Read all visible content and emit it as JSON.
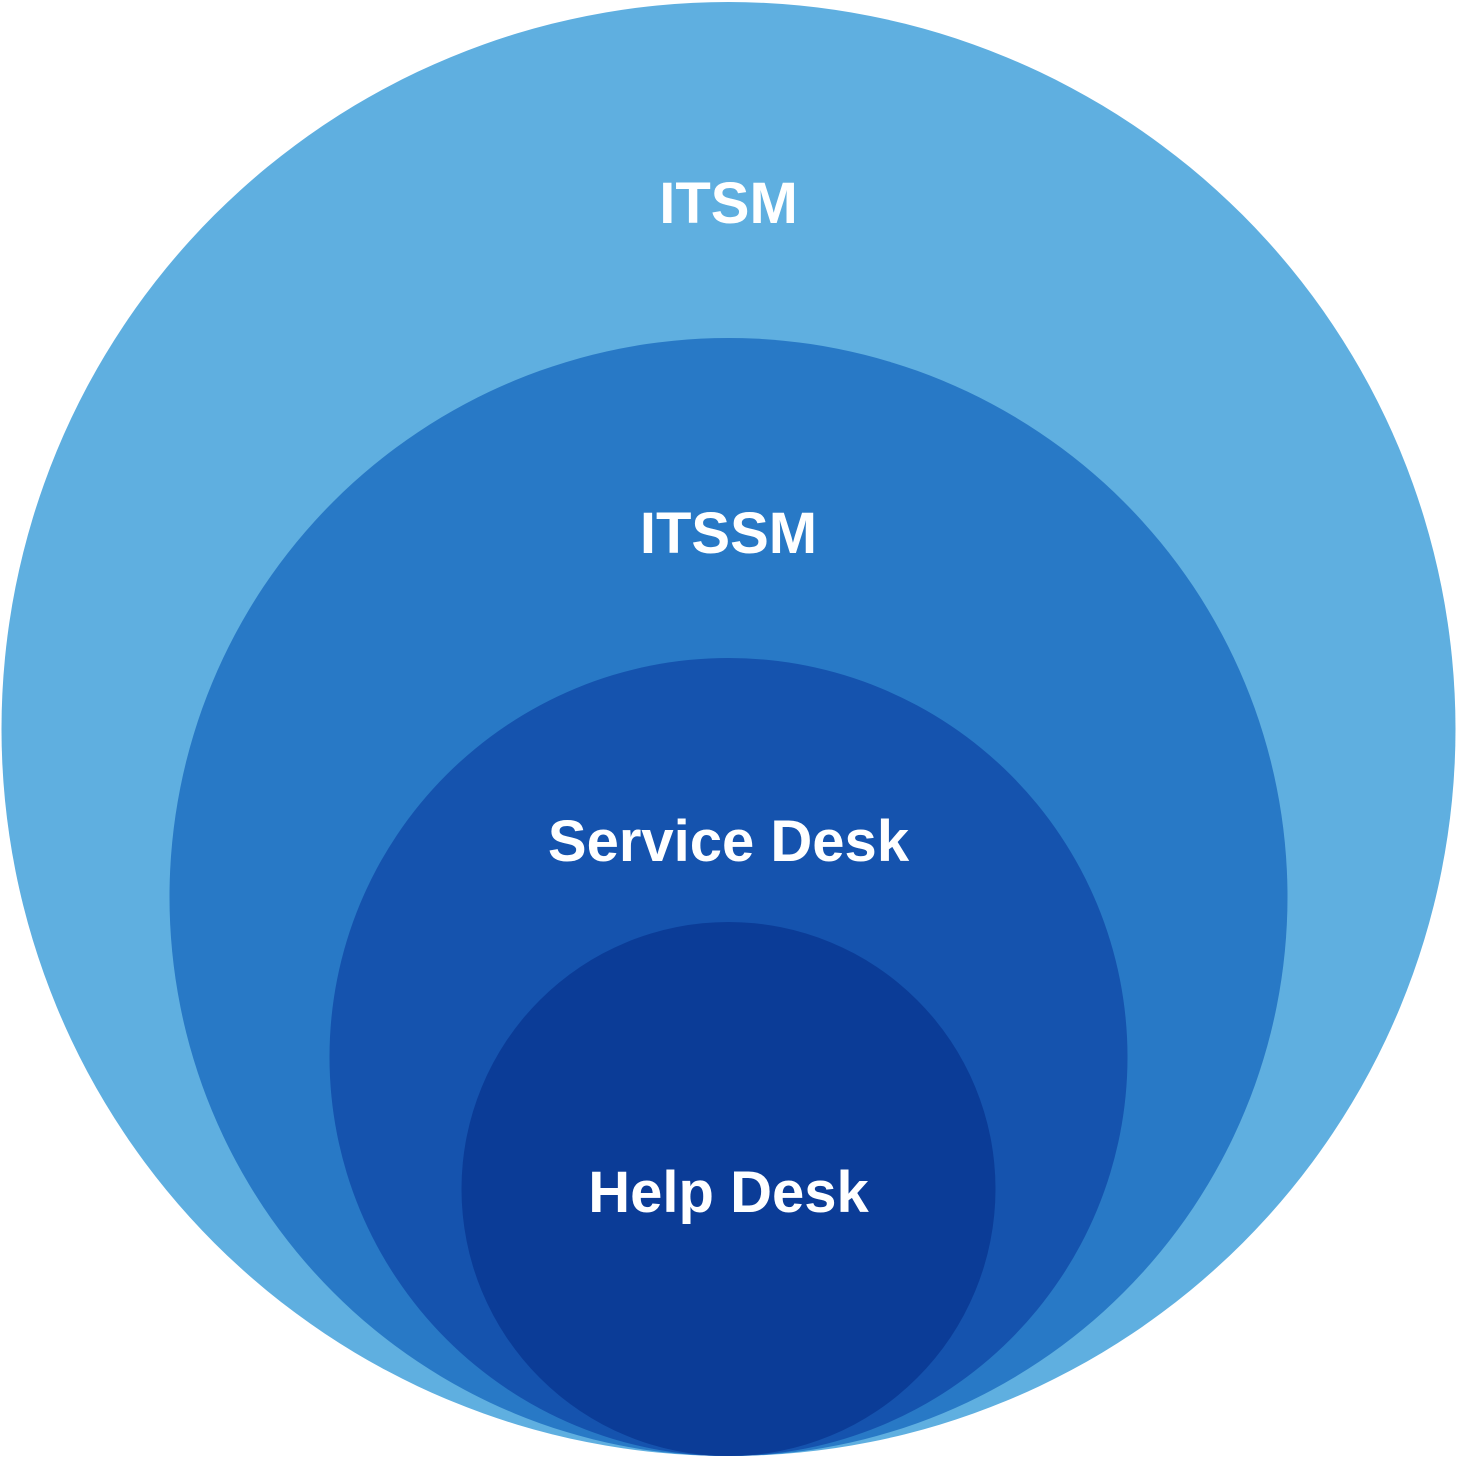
{
  "diagram": {
    "rings": [
      {
        "id": "itsm",
        "label": "ITSM",
        "color": "#5FAFE0"
      },
      {
        "id": "itssm",
        "label": "ITSSM",
        "color": "#2879C6"
      },
      {
        "id": "service-desk",
        "label": "Service Desk",
        "color": "#1553AE"
      },
      {
        "id": "help-desk",
        "label": "Help Desk",
        "color": "#0B3C97"
      }
    ],
    "label_color": "#FFFFFF"
  }
}
